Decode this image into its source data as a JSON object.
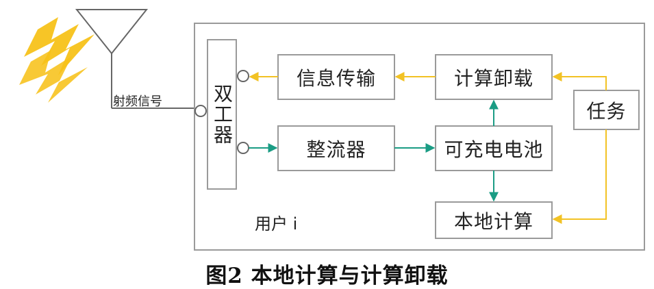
{
  "diagram": {
    "antenna_signal_label": "射频信号",
    "duplexer_label": "双工器",
    "user_label": "用户 i",
    "blocks": {
      "info_transfer": "信息传输",
      "compute_offload": "计算卸载",
      "rectifier": "整流器",
      "rechargeable_battery": "可充电电池",
      "task": "任务",
      "local_compute": "本地计算"
    },
    "colors": {
      "data_flow": "#f2c224",
      "energy_flow": "#1a9c84",
      "outline": "#9a9a9a",
      "text": "#222222",
      "lightning": "#f7c21a"
    }
  },
  "caption": "图2  本地计算与计算卸载"
}
